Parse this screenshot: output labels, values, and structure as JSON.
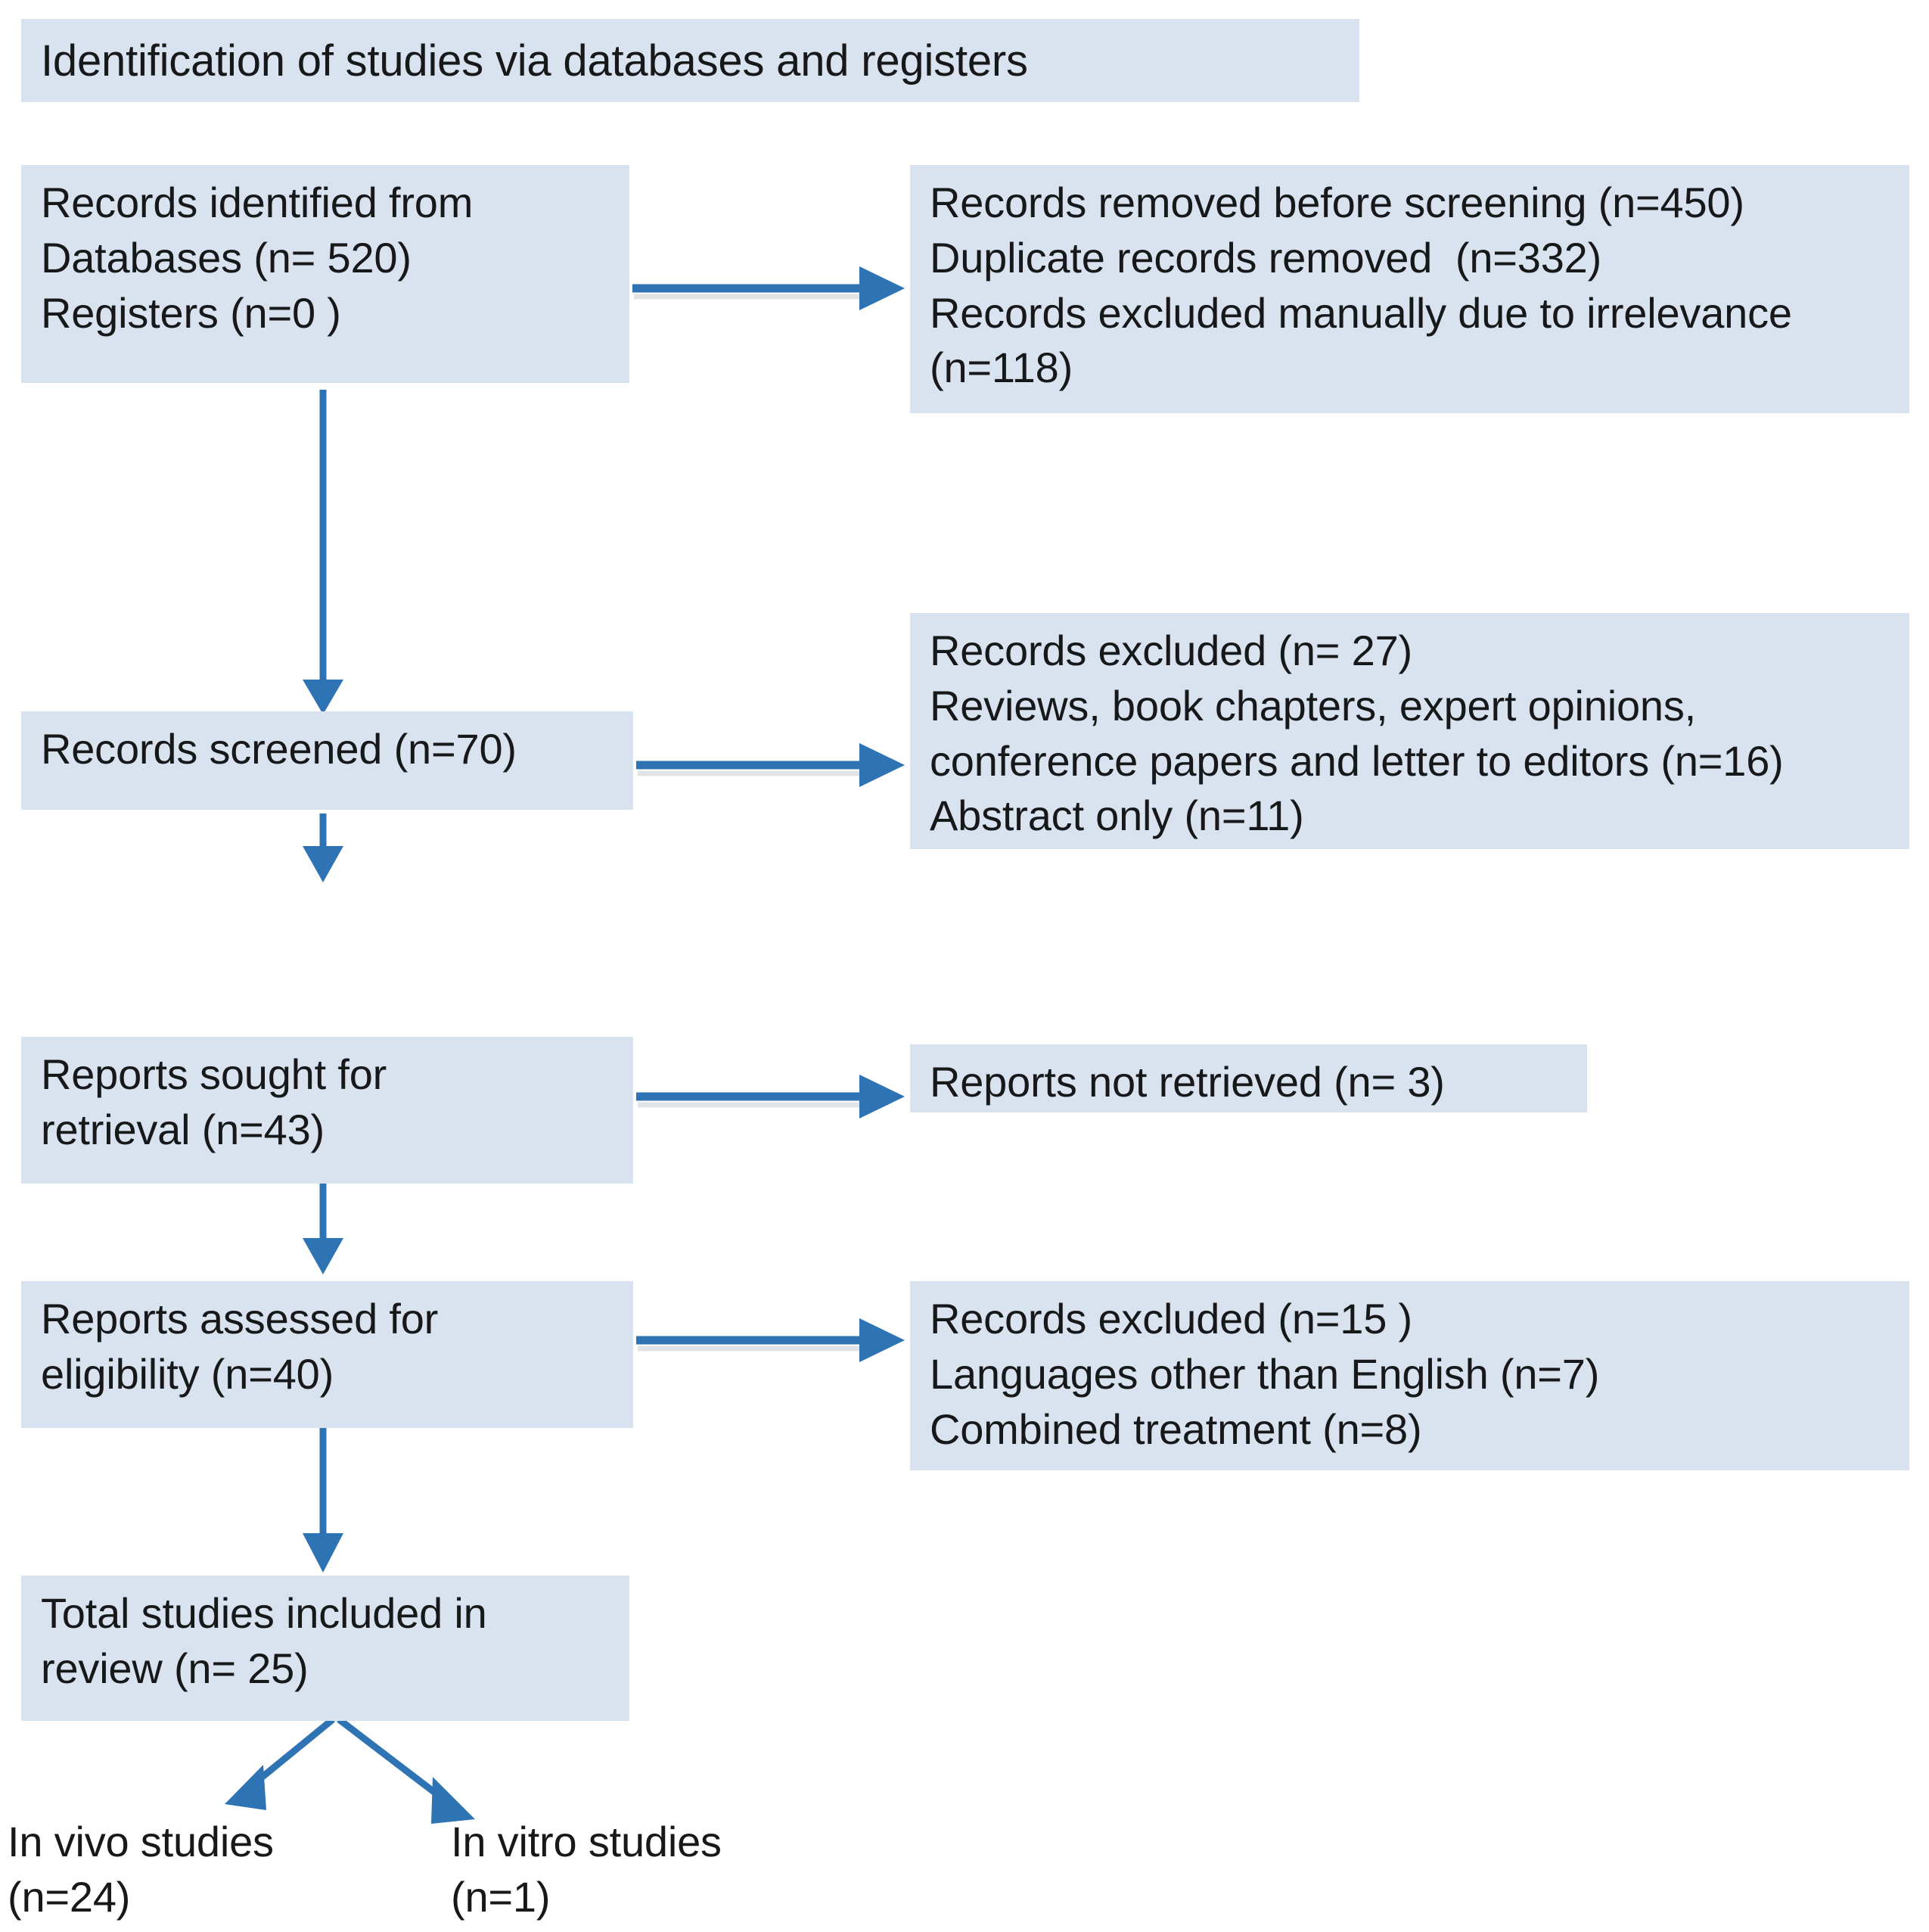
{
  "diagram": {
    "title": "Identification of studies via databases and registers",
    "type": "prisma-flow-diagram",
    "colors": {
      "box_fill": "#d9e3ef",
      "arrow": "#2E74B5",
      "text": "#17181a",
      "background": "#ffffff"
    }
  },
  "boxes": {
    "header": {
      "text": "Identification of studies via databases and registers"
    },
    "records_identified": {
      "text": "Records identified from\nDatabases (n= 520)\nRegisters (n=0 )"
    },
    "records_removed": {
      "text": "Records removed before screening (n=450)\nDuplicate records removed  (n=332)\nRecords excluded manually due to irrelevance\n(n=118)"
    },
    "records_screened": {
      "text": "Records screened (n=70)"
    },
    "records_excluded_screening": {
      "text": "Records excluded (n= 27)\nReviews, book chapters, expert opinions,\nconference papers and letter to editors (n=16)\nAbstract only (n=11)"
    },
    "reports_sought": {
      "text": "Reports sought for\nretrieval (n=43)"
    },
    "reports_not_retrieved": {
      "text": "Reports not retrieved (n= 3)"
    },
    "reports_assessed": {
      "text": "Reports assessed for\neligibility (n=40)"
    },
    "records_excluded_eligibility": {
      "text": "Records excluded (n=15 )\nLanguages other than English (n=7)\nCombined treatment (n=8)"
    },
    "total_included": {
      "text": "Total studies included in\nreview (n= 25)"
    },
    "in_vivo": {
      "text": "In vivo studies\n(n=24)"
    },
    "in_vitro": {
      "text": "In vitro studies\n(n=1)"
    }
  },
  "chart_data": {
    "type": "diagram",
    "title": "Identification of studies via databases and registers",
    "nodes": [
      {
        "id": "records_identified",
        "label": "Records identified from Databases (n= 520) Registers (n=0 )",
        "counts": {
          "databases": 520,
          "registers": 0
        }
      },
      {
        "id": "records_removed",
        "label": "Records removed before screening (n=450)",
        "counts": {
          "removed_before_screening": 450,
          "duplicates_removed": 332,
          "excluded_manually_irrelevance": 118
        }
      },
      {
        "id": "records_screened",
        "label": "Records screened (n=70)",
        "counts": {
          "screened": 70
        }
      },
      {
        "id": "records_excluded_screening",
        "label": "Records excluded (n= 27)",
        "counts": {
          "excluded": 27,
          "reviews_book_chapters_expert_opinions_conference_papers_letters": 16,
          "abstract_only": 11
        }
      },
      {
        "id": "reports_sought",
        "label": "Reports sought for retrieval (n=43)",
        "counts": {
          "sought": 43
        }
      },
      {
        "id": "reports_not_retrieved",
        "label": "Reports not retrieved (n= 3)",
        "counts": {
          "not_retrieved": 3
        }
      },
      {
        "id": "reports_assessed",
        "label": "Reports assessed for eligibility (n=40)",
        "counts": {
          "assessed": 40
        }
      },
      {
        "id": "records_excluded_eligibility",
        "label": "Records excluded (n=15 )",
        "counts": {
          "excluded": 15,
          "languages_other_than_english": 7,
          "combined_treatment": 8
        }
      },
      {
        "id": "total_included",
        "label": "Total studies included in review (n= 25)",
        "counts": {
          "included": 25
        }
      },
      {
        "id": "in_vivo",
        "label": "In vivo studies (n=24)",
        "counts": {
          "in_vivo": 24
        }
      },
      {
        "id": "in_vitro",
        "label": "In vitro studies (n=1)",
        "counts": {
          "in_vitro": 1
        }
      }
    ],
    "edges": [
      {
        "from": "records_identified",
        "to": "records_removed",
        "direction": "right"
      },
      {
        "from": "records_identified",
        "to": "records_screened",
        "direction": "down"
      },
      {
        "from": "records_screened",
        "to": "records_excluded_screening",
        "direction": "right"
      },
      {
        "from": "records_screened",
        "to": "reports_sought",
        "direction": "down"
      },
      {
        "from": "reports_sought",
        "to": "reports_not_retrieved",
        "direction": "right"
      },
      {
        "from": "reports_sought",
        "to": "reports_assessed",
        "direction": "down"
      },
      {
        "from": "reports_assessed",
        "to": "records_excluded_eligibility",
        "direction": "right"
      },
      {
        "from": "reports_assessed",
        "to": "total_included",
        "direction": "down"
      },
      {
        "from": "total_included",
        "to": "in_vivo",
        "direction": "down-left"
      },
      {
        "from": "total_included",
        "to": "in_vitro",
        "direction": "down-right"
      }
    ]
  }
}
